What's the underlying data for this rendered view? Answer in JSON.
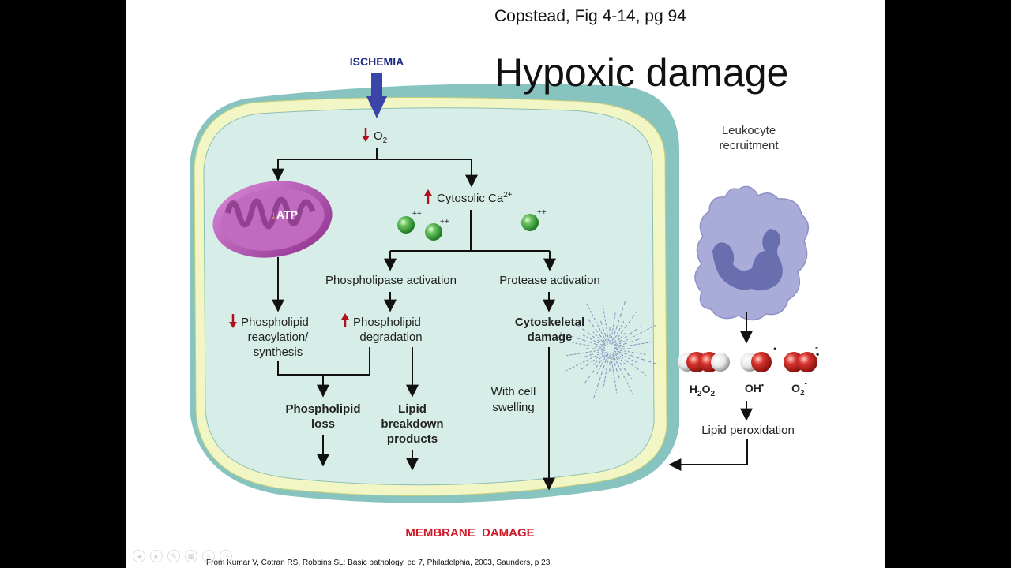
{
  "slide": {
    "reference": "Copstead, Fig 4-14, pg 94",
    "title": "Hypoxic damage",
    "citation": "From Kumar V, Cotran RS, Robbins SL: Basic pathology, ed 7, Philadelphia, 2003, Saunders, p 23."
  },
  "diagram": {
    "ischemia": "ISCHEMIA",
    "o2": {
      "base": "O",
      "sub": "2"
    },
    "atp": "ATP",
    "cytosolic_ca": {
      "base": "Cytosolic Ca",
      "sup": "2+"
    },
    "ion_charge": "++",
    "phospholipase": "Phospholipase activation",
    "protease": "Protease activation",
    "phospholipid_synthesis": [
      "Phospholipid",
      "reacylation/",
      "synthesis"
    ],
    "phospholipid_degradation": [
      "Phospholipid",
      "degradation"
    ],
    "cytoskeletal_damage": [
      "Cytoskeletal",
      "damage"
    ],
    "phospholipid_loss": [
      "Phospholipid",
      "loss"
    ],
    "lipid_breakdown": [
      "Lipid",
      "breakdown",
      "products"
    ],
    "cell_swelling": [
      "With cell",
      "swelling"
    ],
    "membrane_damage": "MEMBRANE  DAMAGE",
    "leukocyte": [
      "Leukocyte",
      "recruitment"
    ],
    "h2o2": {
      "base": "H",
      "sub1": "2",
      "mid": "O",
      "sub2": "2"
    },
    "oh": {
      "base": "OH",
      "sup": "•"
    },
    "o2_radical": {
      "base": "O",
      "sub": "2",
      "sup": "-"
    },
    "lipid_peroxidation": "Lipid peroxidation"
  },
  "colors": {
    "cell_outer": "#88c4bf",
    "cell_membrane": "#f1f6c4",
    "cytoplasm": "#d7eee8",
    "up_down_arrow": "#b01020",
    "atp_arrow": "#f0b020",
    "ischemia_text": "#1e2a80",
    "ischemia_arrow": "#3b44a8",
    "membrane_damage_text": "#d11a2a",
    "leukocyte_body": "#a9acd8",
    "leukocyte_nucleus": "#5e63a8",
    "calcium_ion": "#3aa33a",
    "mitochondrion": "#b34fb0"
  }
}
